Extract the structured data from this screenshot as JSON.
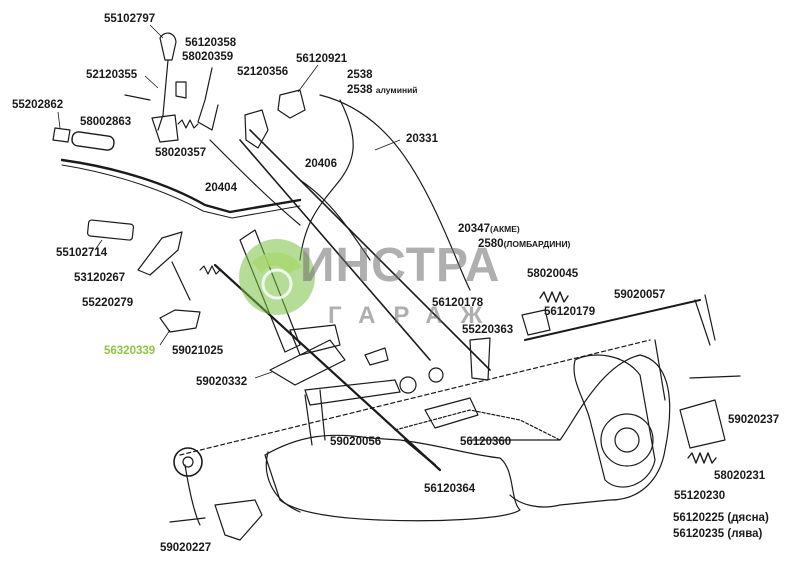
{
  "watermark": {
    "brand": "ИНСТРА",
    "sub": "ГАРАЖ",
    "logo_colors": [
      "#7ac143",
      "#a8d86e"
    ]
  },
  "labels": {
    "p55102797": "55102797",
    "p56120358": "56120358",
    "p58020359": "58020359",
    "p52120355": "52120355",
    "p52120356": "52120356",
    "p56120921": "56120921",
    "p2538a": "2538",
    "p2538b": "2538",
    "p2538b_note": "алуминий",
    "p55202862": "55202862",
    "p58002863": "58002863",
    "p58020357": "58020357",
    "p20331": "20331",
    "p20406": "20406",
    "p20404": "20404",
    "p55102714": "55102714",
    "p20347": "20347",
    "p20347_note": "(АКМЕ)",
    "p2580": "2580",
    "p2580_note": "(ЛОМБАРДИНИ)",
    "p53120267": "53120267",
    "p58020045": "58020045",
    "p55220279": "55220279",
    "p59020057": "59020057",
    "p56120178": "56120178",
    "p56120179": "56120179",
    "p56320339": "56320339",
    "p55220363": "55220363",
    "p59021025": "59021025",
    "p59020332": "59020332",
    "p59020237": "59020237",
    "p59020056": "59020056",
    "p56120360": "56120360",
    "p58020231": "58020231",
    "p56120364": "56120364",
    "p55120230": "55120230",
    "p56120225": "56120225 (дясна)",
    "p56120235": "56120235 (лява)",
    "p59020227": "59020227"
  },
  "colors": {
    "highlight": "#8cc63f",
    "ink": "#1a1a1a"
  }
}
